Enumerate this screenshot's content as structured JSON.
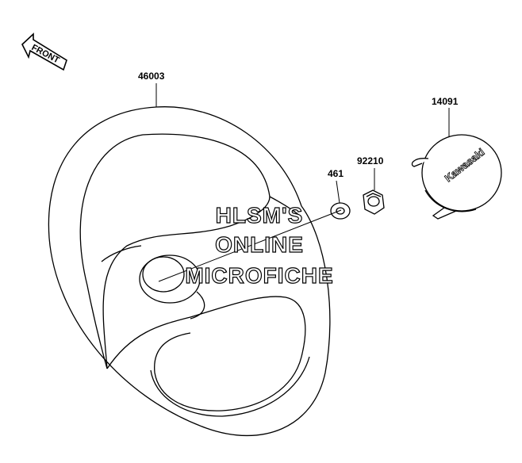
{
  "diagram": {
    "front_label": "FRONT",
    "parts": [
      {
        "number": "46003"
      },
      {
        "number": "14091"
      },
      {
        "number": "461"
      },
      {
        "number": "92210"
      }
    ],
    "cap_logo": "Kawasaki",
    "watermark": [
      "HLSM'S",
      "ONLINE",
      "MICROFICHE"
    ]
  }
}
